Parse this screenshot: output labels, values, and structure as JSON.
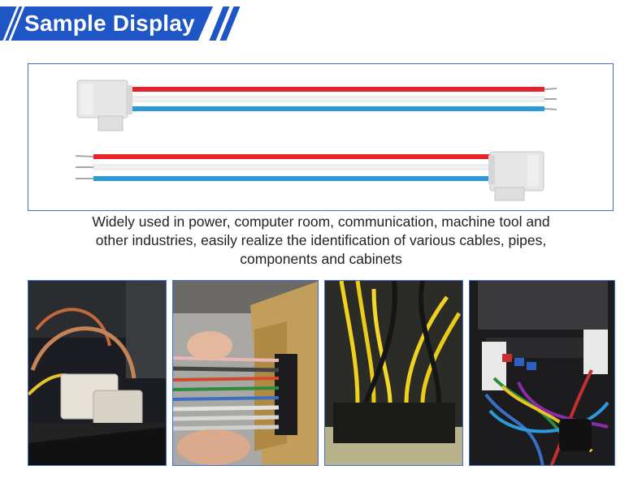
{
  "header": {
    "title": "Sample Display"
  },
  "description": {
    "lines": [
      "Widely used in power, computer room, communication, machine tool and",
      "other industries, easily realize the identification of various cables, pipes,",
      "components and cabinets"
    ]
  },
  "product": {
    "wire_colors": [
      "#e8222a",
      "#f2f2f2",
      "#2a9bd8"
    ],
    "connector_color": "#e6e6e6"
  },
  "photos": [
    {
      "name": "power-connector-photo"
    },
    {
      "name": "ribbon-connector-photo"
    },
    {
      "name": "yellow-wire-block-photo"
    },
    {
      "name": "fuse-box-harness-photo"
    }
  ],
  "colors": {
    "accent": "#1f56c6",
    "border": "#3b6fd6"
  }
}
